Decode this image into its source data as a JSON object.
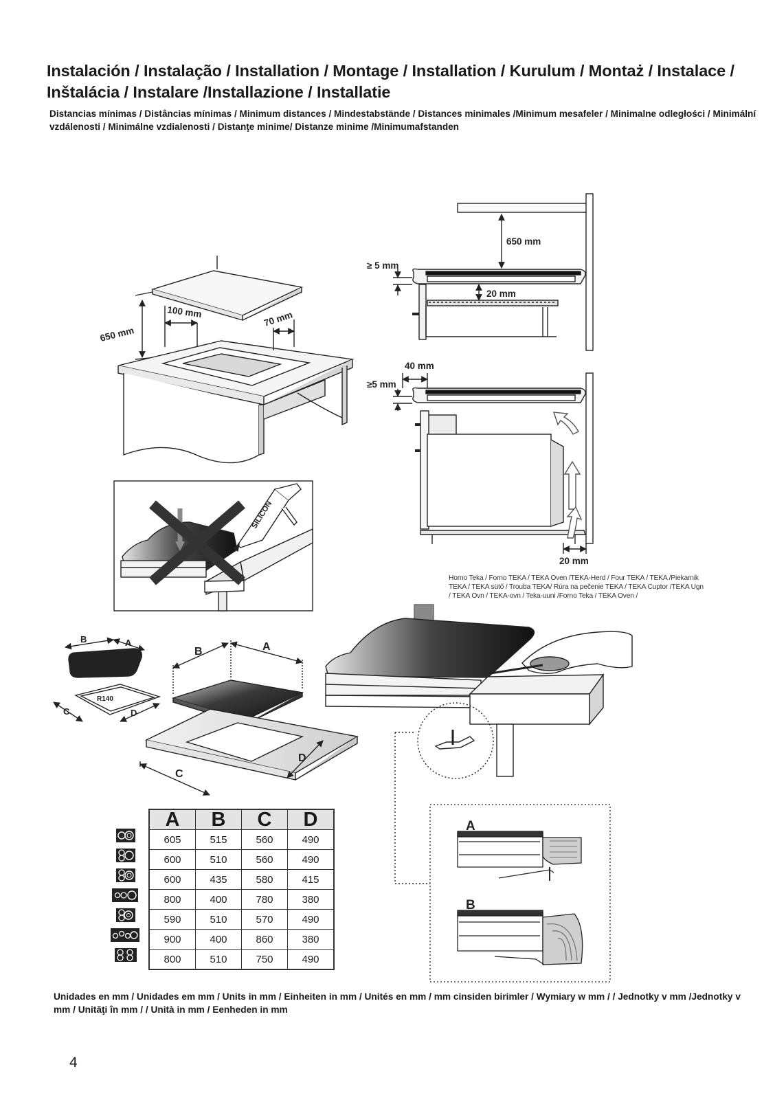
{
  "header": {
    "title": "Instalación / Instalação / Installation / Montage / Installation / Kurulum / Montaż / Instalace / Inštalácia / Instalare /Installazione / Installatie",
    "subtitle": "Distancias mínimas / Distâncias mínimas / Minimum distances / Mindestabstände / Distances minimales /Minimum mesafeler / Minimalne odległości / Minimální vzdálenosti / Minimálne vzdialenosti / Distanţe minime/ Distanze minime /Minimumafstanden"
  },
  "diagram_labels": {
    "cutout_650": "650 mm",
    "cutout_100": "100 mm",
    "cutout_70": "70 mm",
    "hood_650": "650 mm",
    "gap_5_top": "≥ 5 mm",
    "gap_20_top": "20 mm",
    "gap_40": "40 mm",
    "gap_5_bottom": "≥5 mm",
    "gap_20_bottom": "20 mm",
    "silicon": "SILICON",
    "radius": "R140",
    "dim_a": "A",
    "dim_b": "B",
    "dim_c": "C",
    "dim_d": "D",
    "detail_a": "A",
    "detail_b": "B"
  },
  "oven_caption": "Horno Teka / Forno TEKA / TEKA Oven /TEKA-Herd / Four TEKA / TEKA /Piekarnik TEKA / TEKA sütő / Trouba TEKA/ Rúra na pečenie TEKA / TEKA Cuptor /TEKA Ugn / TEKA Ovn / TEKA-ovn / Teka-uuni /Forno Teka / TEKA Oven /",
  "dimension_table": {
    "headers": [
      "A",
      "B",
      "C",
      "D"
    ],
    "rows": [
      {
        "icon": "two-zone-hob-icon",
        "values": [
          "605",
          "515",
          "560",
          "490"
        ]
      },
      {
        "icon": "two-zone-hob-icon-alt",
        "values": [
          "600",
          "510",
          "560",
          "490"
        ]
      },
      {
        "icon": "three-zone-hob-icon",
        "values": [
          "600",
          "435",
          "580",
          "415"
        ]
      },
      {
        "icon": "three-zone-wide-hob-icon",
        "values": [
          "800",
          "400",
          "780",
          "380"
        ]
      },
      {
        "icon": "three-zone-compact-hob-icon",
        "values": [
          "590",
          "510",
          "570",
          "490"
        ]
      },
      {
        "icon": "four-zone-wide-hob-icon",
        "values": [
          "900",
          "400",
          "860",
          "380"
        ]
      },
      {
        "icon": "four-zone-hob-icon",
        "values": [
          "800",
          "510",
          "750",
          "490"
        ]
      }
    ]
  },
  "footer": {
    "units_note": "Unidades en mm / Unidades em mm / Units in mm / Einheiten in mm / Unités en mm / mm cinsiden birimler / Wymiary w mm / / Jednotky v mm /Jednotky v mm / Unităţi în mm / / Unità in mm / Eenheden in mm",
    "page_number": "4"
  }
}
